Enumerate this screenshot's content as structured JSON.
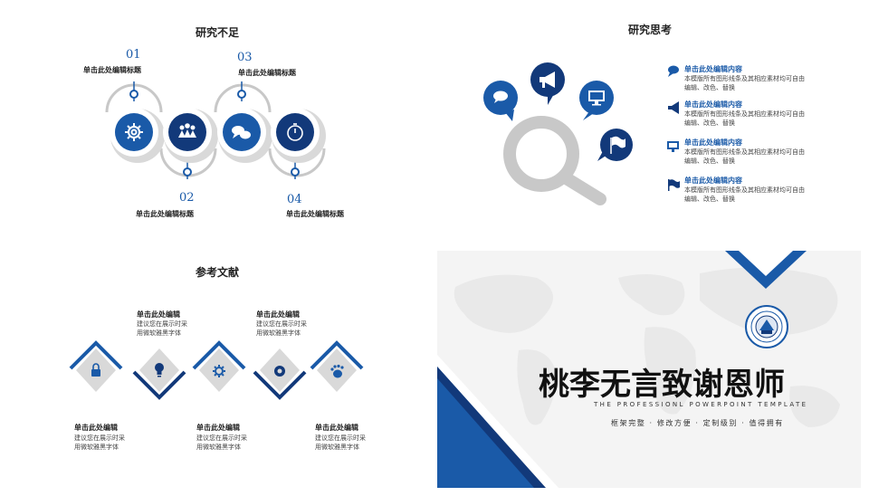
{
  "slide1": {
    "title": "研究不足",
    "items": [
      {
        "num": "01",
        "label": "单击此处编辑标题"
      },
      {
        "num": "02",
        "label": "单击此处编辑标题"
      },
      {
        "num": "03",
        "label": "单击此处编辑标题"
      },
      {
        "num": "04",
        "label": "单击此处编辑标题"
      }
    ]
  },
  "slide2": {
    "title": "研究思考",
    "items": [
      {
        "heading": "单击此处编辑内容",
        "line1": "本模版所有图形线条及其相应素材均可自由",
        "line2": "编辑、改色、替换"
      },
      {
        "heading": "单击此处编辑内容",
        "line1": "本模版所有图形线条及其相应素材均可自由",
        "line2": "编辑、改色、替换"
      },
      {
        "heading": "单击此处编辑内容",
        "line1": "本模版所有图形线条及其相应素材均可自由",
        "line2": "编辑、改色、替换"
      },
      {
        "heading": "单击此处编辑内容",
        "line1": "本模版所有图形线条及其相应素材均可自由",
        "line2": "编辑、改色、替换"
      }
    ]
  },
  "slide3": {
    "title": "参考文献",
    "top_items": [
      {
        "heading": "单击此处编辑",
        "line1": "建议您在展示时采",
        "line2": "用微软雅黑字体"
      },
      {
        "heading": "单击此处编辑",
        "line1": "建议您在展示时采",
        "line2": "用微软雅黑字体"
      }
    ],
    "bottom_items": [
      {
        "heading": "单击此处编辑",
        "line1": "建议您在展示时采",
        "line2": "用微软雅黑字体"
      },
      {
        "heading": "单击此处编辑",
        "line1": "建议您在展示时采",
        "line2": "用微软雅黑字体"
      },
      {
        "heading": "单击此处编辑",
        "line1": "建议您在展示时采",
        "line2": "用微软雅黑字体"
      }
    ]
  },
  "slide4": {
    "title": "桃李无言致谢恩师",
    "subtitle": "THE PROFESSIONL POWERPOINT TEMPLATE",
    "tagline": "框架完整 · 修改方便 · 定制级别 · 值得拥有"
  },
  "colors": {
    "primary_blue": "#1a5aa8",
    "dark_blue": "#12397a",
    "light_gray": "#d9d9d9",
    "mid_gray": "#c8c8c8"
  },
  "icons": [
    "gear-icon",
    "people-icon",
    "chat-icon",
    "stopwatch-icon",
    "megaphone-icon",
    "monitor-icon",
    "flag-icon",
    "magnifier-icon",
    "lock-icon",
    "bulb-icon",
    "cog-icon",
    "target-icon",
    "hand-icon",
    "university-seal"
  ]
}
